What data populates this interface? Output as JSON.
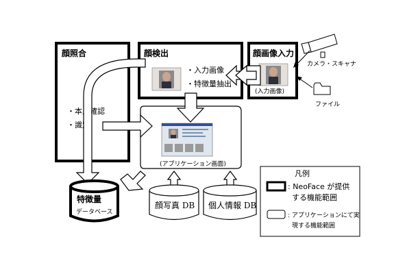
{
  "boxes": {
    "face_match": {
      "title": "顔照合",
      "items": [
        "・本人確認",
        "・識別"
      ]
    },
    "face_detect": {
      "title": "顔検出",
      "items": [
        "・入力画像",
        "・特徴量抽出"
      ]
    },
    "face_input": {
      "title": "顔画像入力",
      "caption": "(入力画像)"
    }
  },
  "inputs": {
    "camera": "カメラ・スキャナ",
    "file": "ファイル"
  },
  "app": {
    "caption": "(アプリケーション画面)"
  },
  "databases": {
    "features": {
      "line1": "特徴量",
      "line2": "データベース"
    },
    "photo": "顔写真 DB",
    "personal": "個人情報 DB"
  },
  "legend": {
    "title": "凡例",
    "neoface_line1": ": NeoFace が提供",
    "neoface_line2": "する機能範囲",
    "app_line1": ": アプリケーションにて実",
    "app_line2": "現する機能範囲"
  }
}
